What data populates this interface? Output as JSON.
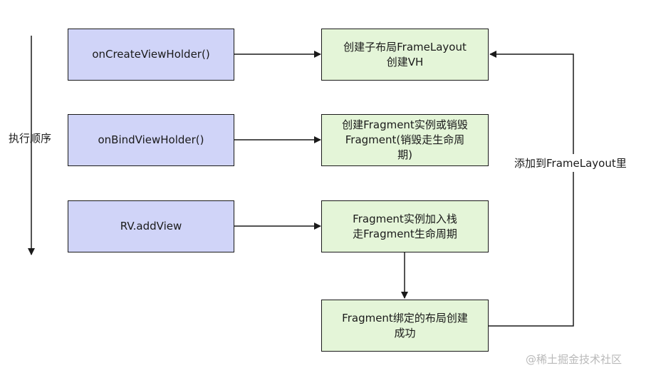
{
  "order_label": "执行顺序",
  "loop_label": "添加到FrameLayout里",
  "methods": [
    {
      "text": "onCreateViewHolder()"
    },
    {
      "text": "onBindViewHolder()"
    },
    {
      "text": "RV.addView"
    }
  ],
  "actions": [
    {
      "text": "创建子布局FrameLayout\n创建VH"
    },
    {
      "text": "创建Fragment实例或销毁\nFragment(销毁走生命周\n期)"
    },
    {
      "text": "Fragment实例加入栈\n走Fragment生命周期"
    },
    {
      "text": "Fragment绑定的布局创建\n成功"
    }
  ],
  "watermark": "@稀土掘金技术社区",
  "colors": {
    "method_fill": "#d0d4f8",
    "action_fill": "#e4f5d8",
    "line": "#1a1a1a"
  }
}
